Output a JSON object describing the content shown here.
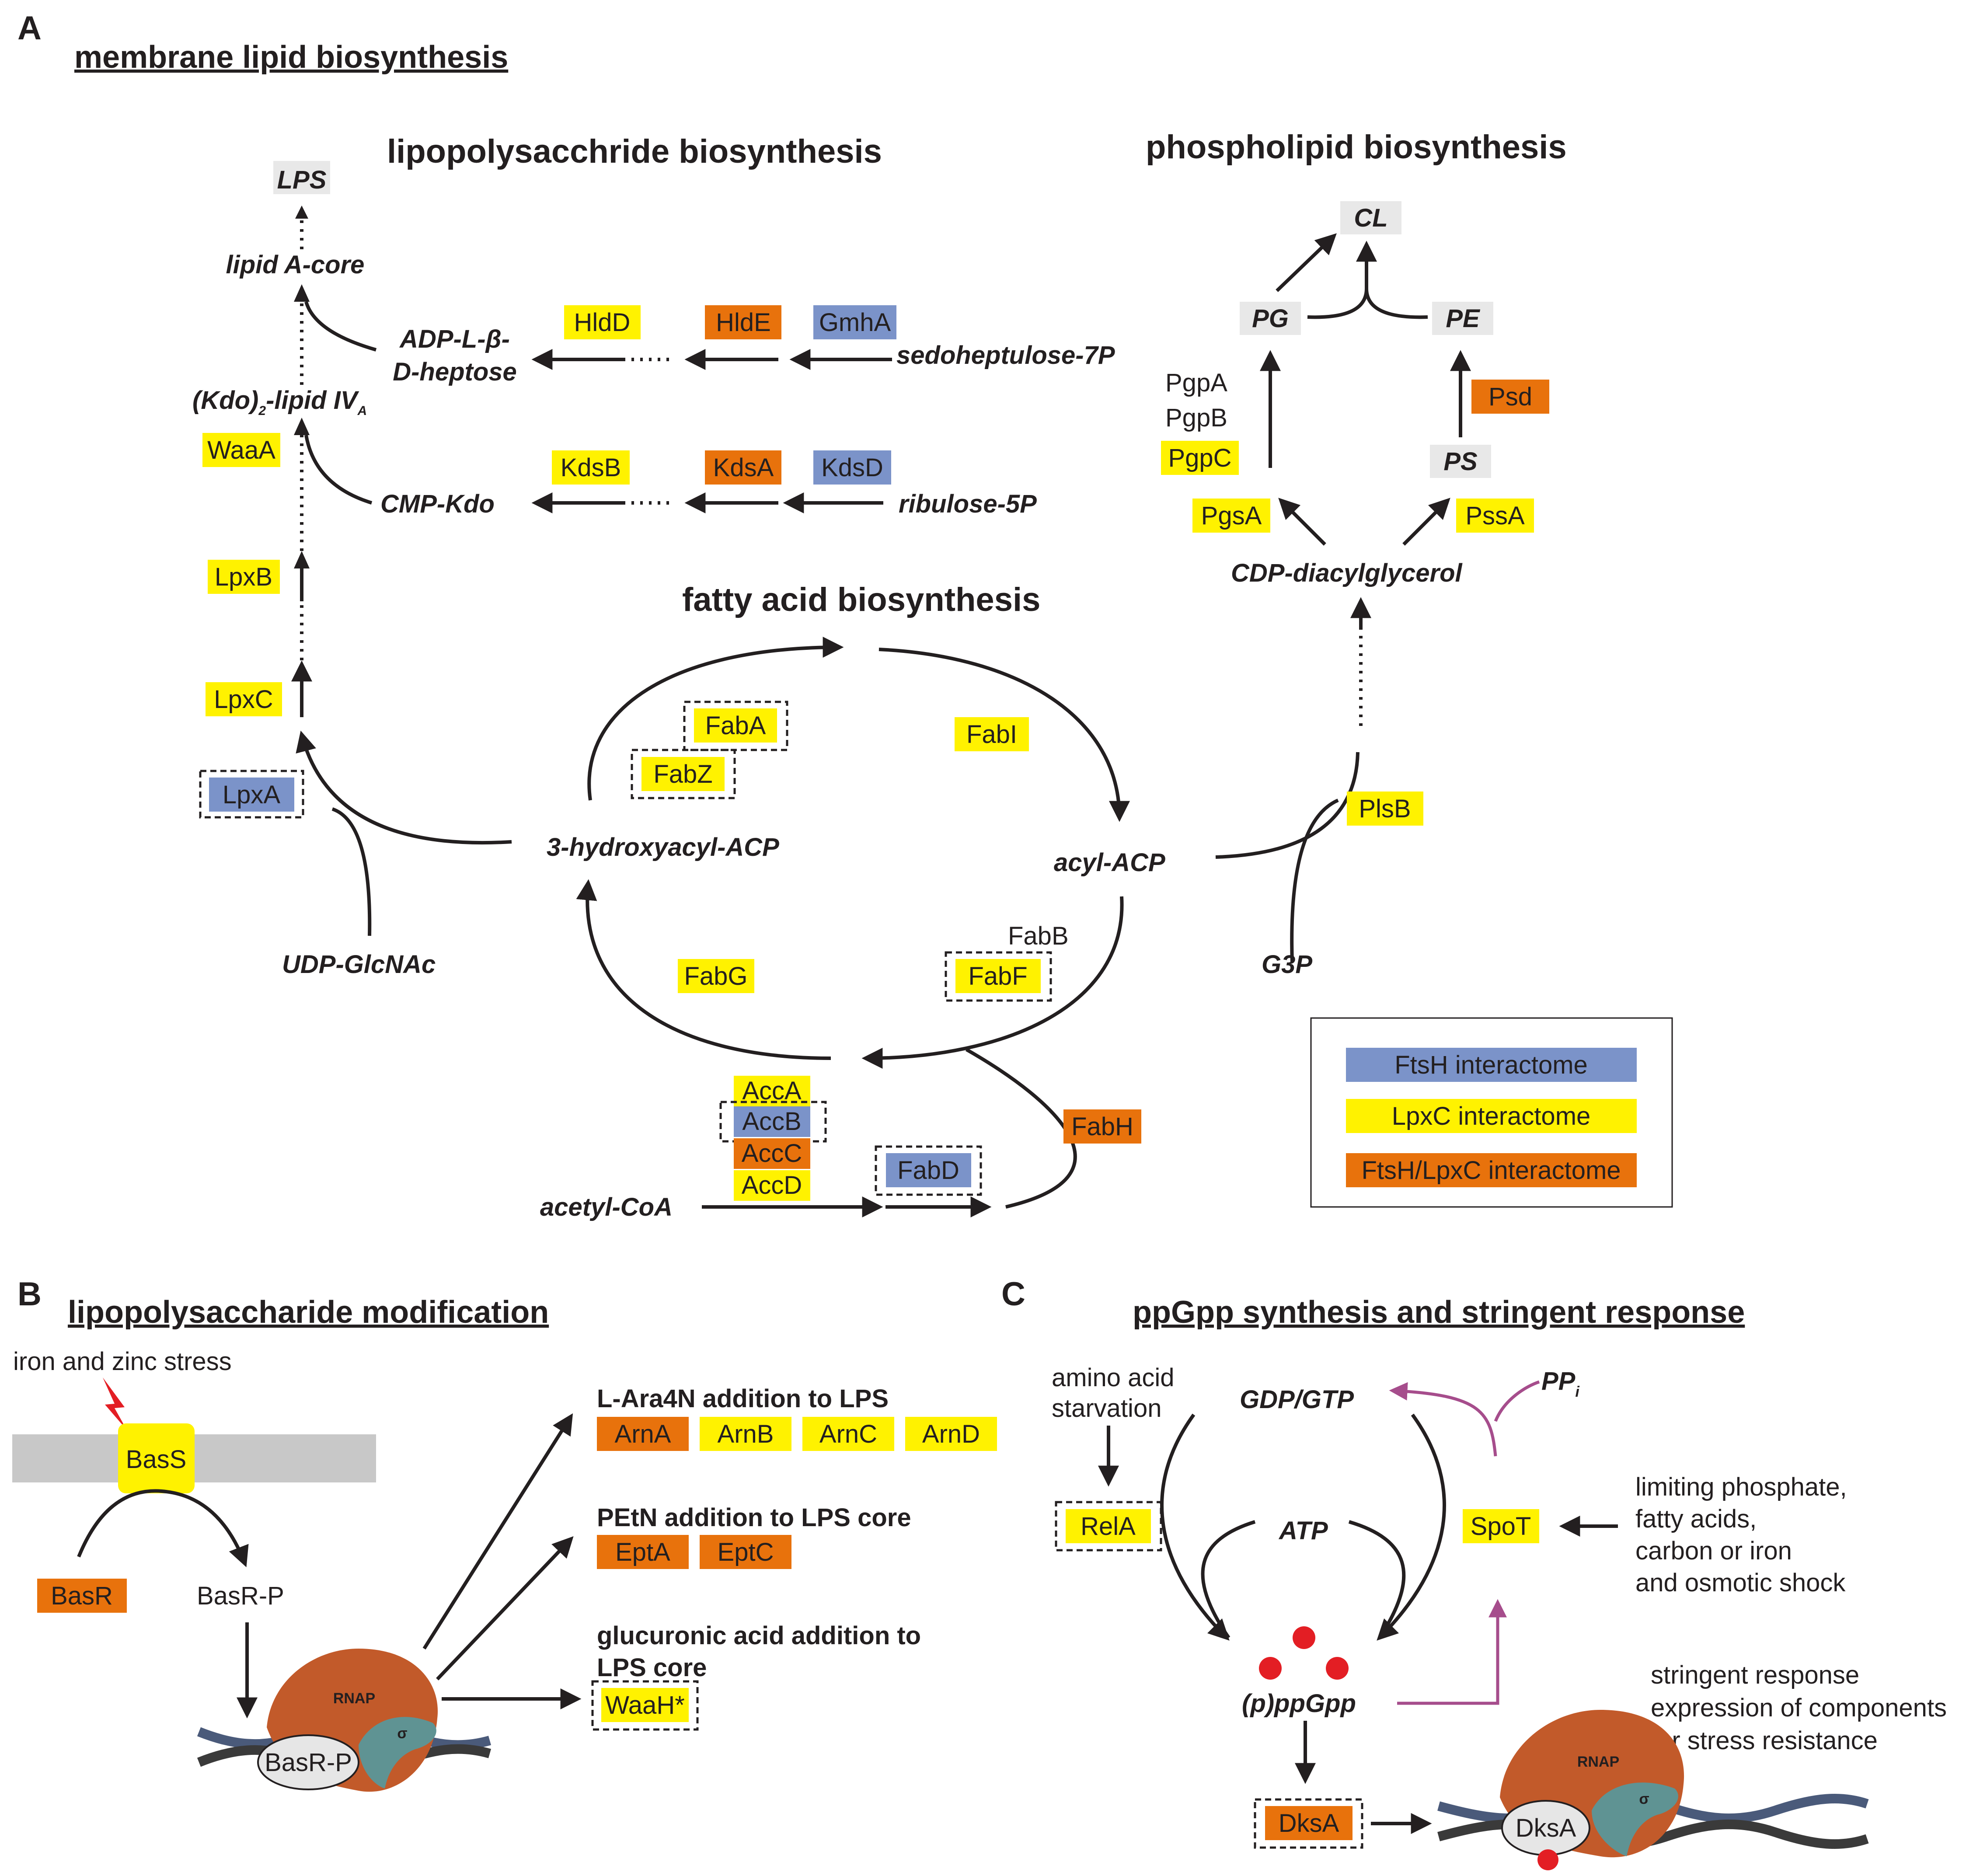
{
  "panels": {
    "a_label": "A",
    "a_title": "membrane lipid biosynthesis",
    "b_label": "B",
    "b_title": "lipopolysaccharide modification",
    "c_label": "C",
    "c_title": "ppGpp synthesis and stringent response"
  },
  "sections": {
    "lps": "lipopolysacchride biosynthesis",
    "phospholipid": "phospholipid biosynthesis",
    "fatty_acid": "fatty acid biosynthesis"
  },
  "colors": {
    "ftsh_blue": "#7b93c9",
    "lpxc_yellow": "#fff200",
    "ftsh_lpxc_orange": "#e8720c",
    "metabolite_grey": "#e8e8e8",
    "stress_magenta": "#a64d8c"
  },
  "metabolites": {
    "lps": "LPS",
    "lipid_a_core": "lipid A-core",
    "adp_heptose_1": "ADP-L-β-",
    "adp_heptose_2": "D-heptose",
    "sedoheptulose": "sedoheptulose-7P",
    "kdo_lipid_main": "(Kdo)",
    "kdo_lipid_sub": "2",
    "kdo_lipid_rest": "-lipid IV",
    "kdo_lipid_sub2": "A",
    "cmp_kdo": "CMP-Kdo",
    "ribulose": "ribulose-5P",
    "hydroxyacyl": "3-hydroxyacyl-ACP",
    "acyl_acp": "acyl-ACP",
    "udp_glcnac": "UDP-GlcNAc",
    "acetyl_coa": "acetyl-CoA",
    "g3p": "G3P",
    "cdp_dag": "CDP-diacylglycerol",
    "cl": "CL",
    "pg": "PG",
    "pe": "PE",
    "ps": "PS"
  },
  "proteins": {
    "hldd": "HldD",
    "hlde": "HldE",
    "gmha": "GmhA",
    "waaa": "WaaA",
    "kdsb": "KdsB",
    "kdsa": "KdsA",
    "kdsd": "KdsD",
    "lpxb": "LpxB",
    "lpxc": "LpxC",
    "lpxa": "LpxA",
    "faba": "FabA",
    "fabz": "FabZ",
    "fabi": "FabI",
    "fabg": "FabG",
    "fabb": "FabB",
    "fabf": "FabF",
    "fabh": "FabH",
    "fabd": "FabD",
    "acca": "AccA",
    "accb": "AccB",
    "accc": "AccC",
    "accd": "AccD",
    "plsb": "PlsB",
    "pgsa": "PgsA",
    "pssa": "PssA",
    "psd": "Psd",
    "pgpa": "PgpA",
    "pgpb": "PgpB",
    "pgpc": "PgpC"
  },
  "legend": {
    "ftsh": "FtsH interactome",
    "lpxc": "LpxC interactome",
    "both": "FtsH/LpxC interactome"
  },
  "panel_b": {
    "stress": "iron and zinc stress",
    "bass": "BasS",
    "basr": "BasR",
    "basr_p": "BasR-P",
    "rnap": "RNAP",
    "sigma": "σ",
    "ara_title": "L-Ara4N addition to LPS",
    "arna": "ArnA",
    "arnb": "ArnB",
    "arnc": "ArnC",
    "arnd": "ArnD",
    "petn_title": "PEtN addition to LPS core",
    "epta": "EptA",
    "eptc": "EptC",
    "gluc_title_1": "glucuronic acid addition to",
    "gluc_title_2": "LPS core",
    "waah": "WaaH*"
  },
  "panel_c": {
    "starv_1": "amino acid",
    "starv_2": "starvation",
    "rela": "RelA",
    "gdp_gtp": "GDP/GTP",
    "ppi": "PP",
    "ppi_sub": "i",
    "atp": "ATP",
    "spot": "SpoT",
    "lim_1": "limiting phosphate,",
    "lim_2": "fatty acids,",
    "lim_3": "carbon or iron",
    "lim_4": "and osmotic shock",
    "ppgpp": "(p)ppGpp",
    "stringent_1": "stringent response",
    "stringent_2": "expression of components",
    "stringent_3": "for stress resistance",
    "dksa": "DksA",
    "dksa_ellipse": "DksA",
    "rnap": "RNAP",
    "sigma": "σ"
  }
}
